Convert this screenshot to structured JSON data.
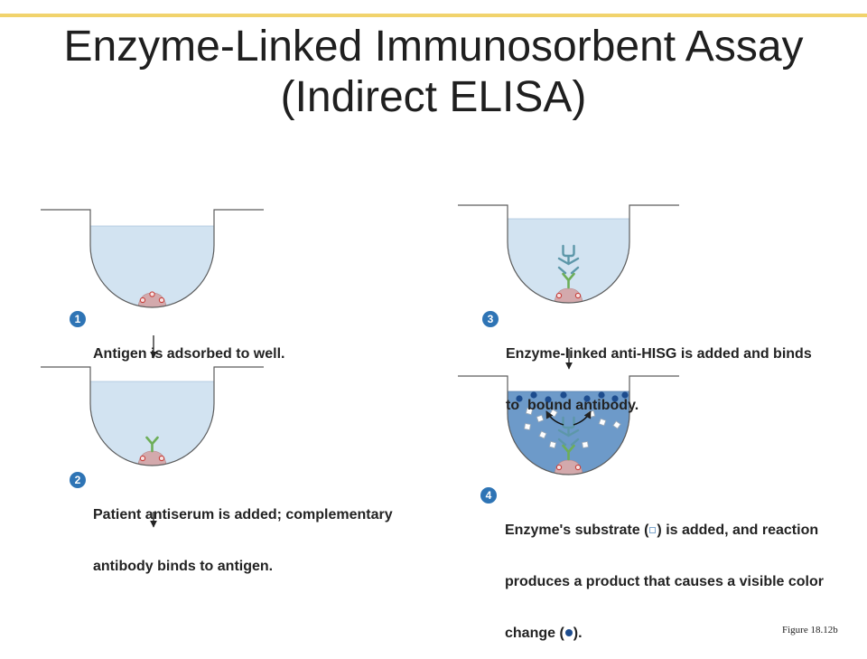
{
  "slide": {
    "title_line_1": "Enzyme-Linked Immunosorbent Assay",
    "title_line_2": "(Indirect ELISA)",
    "figure_caption": "Figure 18.12b"
  },
  "steps": [
    {
      "number": "1",
      "line_1": "Antigen is adsorbed to well."
    },
    {
      "number": "2",
      "line_1": "Patient antiserum is added; complementary",
      "line_2": "antibody binds to antigen."
    },
    {
      "number": "3",
      "line_1": "Enzyme-linked anti-HISG is added and binds",
      "line_2": "to  bound antibody."
    },
    {
      "number": "4",
      "line_1_before_icon": "Enzyme's substrate (",
      "line_1_after_icon": ") is added, and reaction",
      "line_2": "produces a product that causes a visible color",
      "line_3_before_icon": "change (",
      "line_3_after_icon": ")."
    }
  ],
  "icons": {
    "substrate_symbol": "substrate-square-icon",
    "product_symbol": "product-dot-icon",
    "flow_arrow": "arrow-down-icon"
  },
  "colors": {
    "accent_line": "#F1D36C",
    "title_text": "#1f1f1f",
    "step_badge": "#2E74B5",
    "well_liquid": "#D2E3F1",
    "reacted_liquid": "#6D9AC9",
    "antigen": "#D3A9AC",
    "antigen_site": "#C8413D",
    "patient_antibody": "#6DAE58",
    "enzyme_linked_antibody": "#5D97A9",
    "product_dot": "#1D4C8E",
    "substrate_square": "#7EA6CC"
  }
}
